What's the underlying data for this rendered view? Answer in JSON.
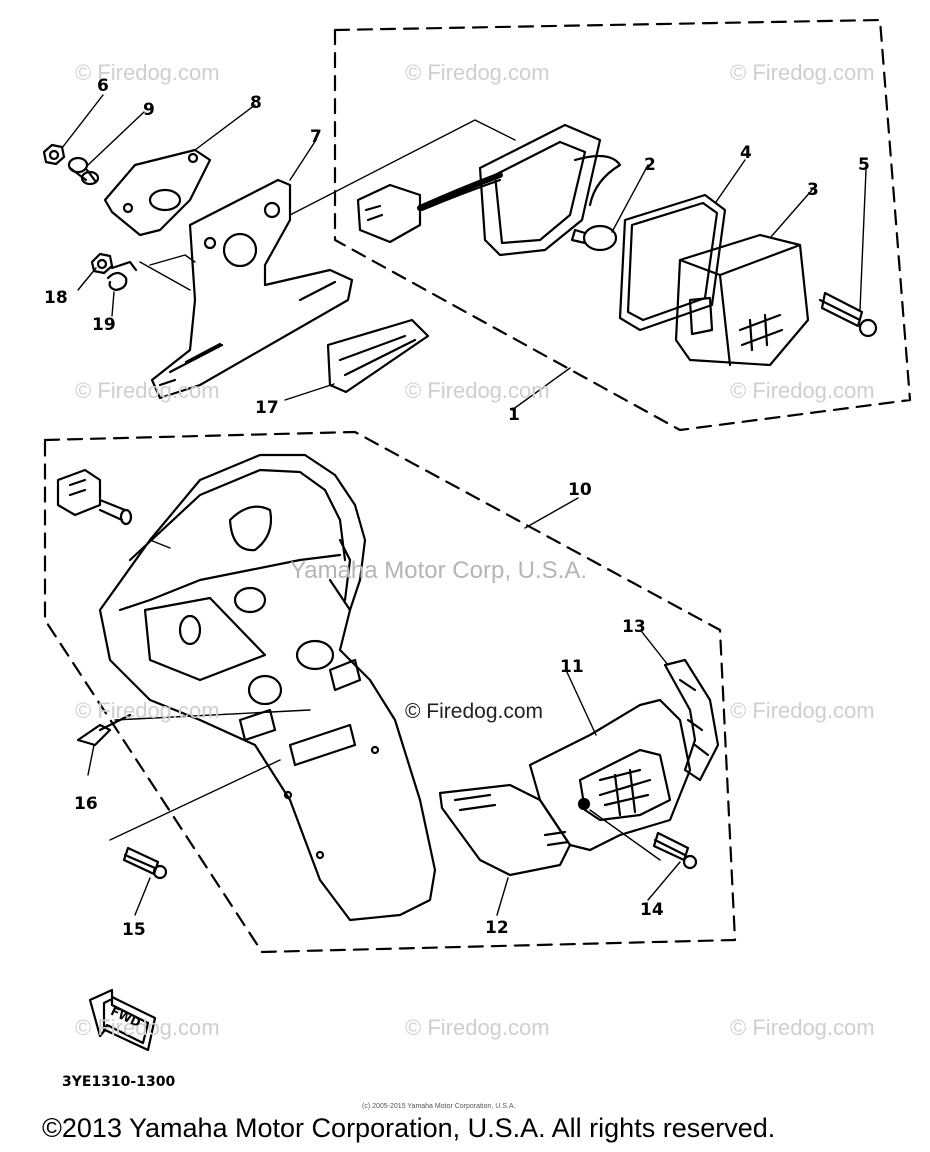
{
  "watermark": "© Firedog.com",
  "center_watermark": "Yamaha Motor Corp, U.S.A.",
  "inline_watermark": "© Firedog.com",
  "callouts": [
    "6",
    "9",
    "8",
    "7",
    "18",
    "19",
    "17",
    "1",
    "2",
    "4",
    "3",
    "5",
    "10",
    "13",
    "11",
    "16",
    "15",
    "12",
    "14"
  ],
  "diagram_code": "3YE1310-1300",
  "fwd_label": "FWD",
  "small_copyright": "(c) 2005-2015 Yamaha Motor Corporation, U.S.A.",
  "footer_copyright": "©2013 Yamaha Motor Corporation, U.S.A. All rights reserved."
}
